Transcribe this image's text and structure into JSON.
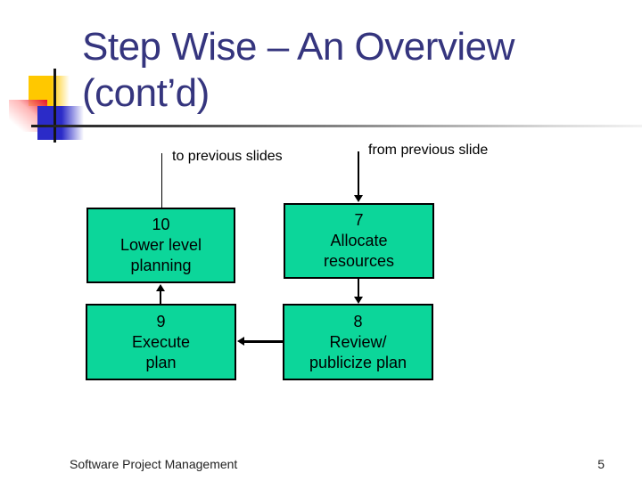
{
  "colors": {
    "title": "#35357E",
    "box_fill": "#0CD69A",
    "box_border": "#000000",
    "accent_yellow": "#FFC800",
    "accent_red": "#E8192C",
    "accent_blue": "#2B2BC8",
    "text": "#000000",
    "footer_text": "#222222"
  },
  "title": {
    "line1": "Step Wise – An Overview",
    "line2": "(cont’d)"
  },
  "annotations": {
    "to_previous": "to previous slides",
    "from_previous": "from previous slide"
  },
  "boxes": {
    "lower_level_planning": {
      "lines": [
        "10",
        "Lower level",
        "planning"
      ]
    },
    "allocate_resources": {
      "lines": [
        "7",
        "Allocate",
        "resources"
      ]
    },
    "execute_plan": {
      "lines": [
        "9",
        "Execute",
        "plan"
      ]
    },
    "review_publicize": {
      "lines": [
        "8",
        "Review/",
        "publicize plan"
      ]
    }
  },
  "footer": {
    "left": "Software Project Management",
    "page_number": "5"
  }
}
